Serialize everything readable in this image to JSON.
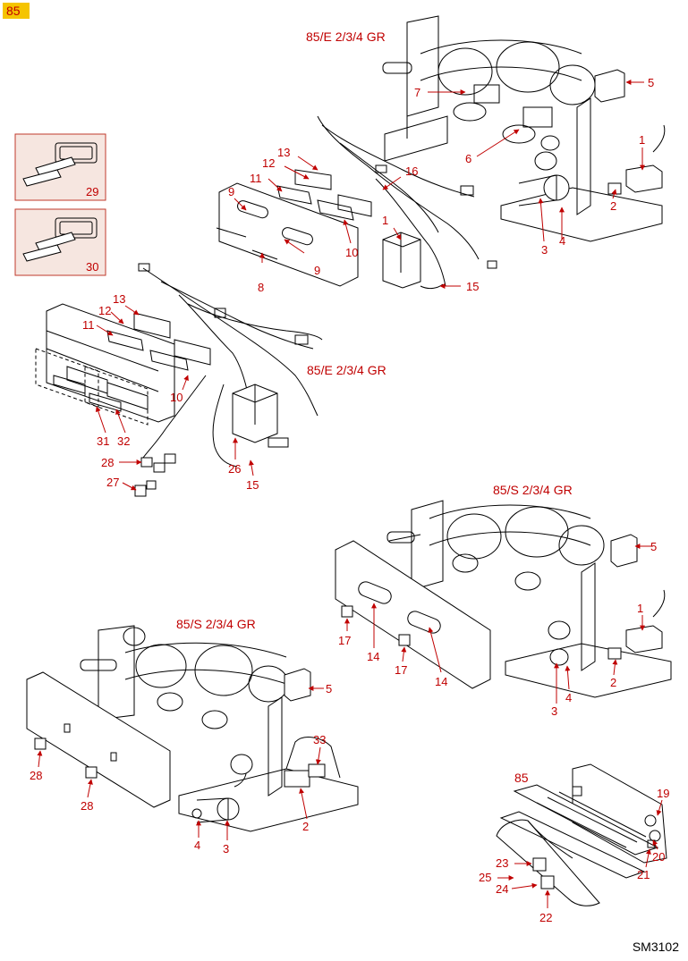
{
  "badge": {
    "text": "85"
  },
  "footer": {
    "code": "SM3102"
  },
  "colors": {
    "label": "#c00000",
    "line": "#000000",
    "badge": "#f5c400",
    "inset_border": "#c0392b",
    "inset_fill": "#f6e6e0"
  },
  "titles": {
    "e_top": "85/E 2/3/4 GR",
    "e_mid": "85/E 2/3/4 GR",
    "s_right": "85/S 2/3/4 GR",
    "s_left": "85/S 2/3/4 GR",
    "small": "85"
  },
  "insets": {
    "a": "29",
    "b": "30"
  },
  "callouts": {
    "c1a": "1",
    "c1b": "1",
    "c1c": "1",
    "c2a": "2",
    "c2b": "2",
    "c2c": "2",
    "c3a": "3",
    "c3b": "3",
    "c3c": "3",
    "c4a": "4",
    "c4b": "4",
    "c4c": "4",
    "c5a": "5",
    "c5b": "5",
    "c5c": "5",
    "c6": "6",
    "c7": "7",
    "c8": "8",
    "c9a": "9",
    "c9b": "9",
    "c10a": "10",
    "c10b": "10",
    "c11a": "11",
    "c11b": "11",
    "c12a": "12",
    "c12b": "12",
    "c13a": "13",
    "c13b": "13",
    "c14a": "14",
    "c14b": "14",
    "c15a": "15",
    "c15b": "15",
    "c16": "16",
    "c17a": "17",
    "c17b": "17",
    "c19": "19",
    "c20": "20",
    "c21": "21",
    "c22": "22",
    "c23": "23",
    "c24": "24",
    "c25": "25",
    "c26": "26",
    "c27": "27",
    "c28a": "28",
    "c28b": "28",
    "c28c": "28",
    "c31": "31",
    "c32": "32",
    "c33": "33"
  }
}
